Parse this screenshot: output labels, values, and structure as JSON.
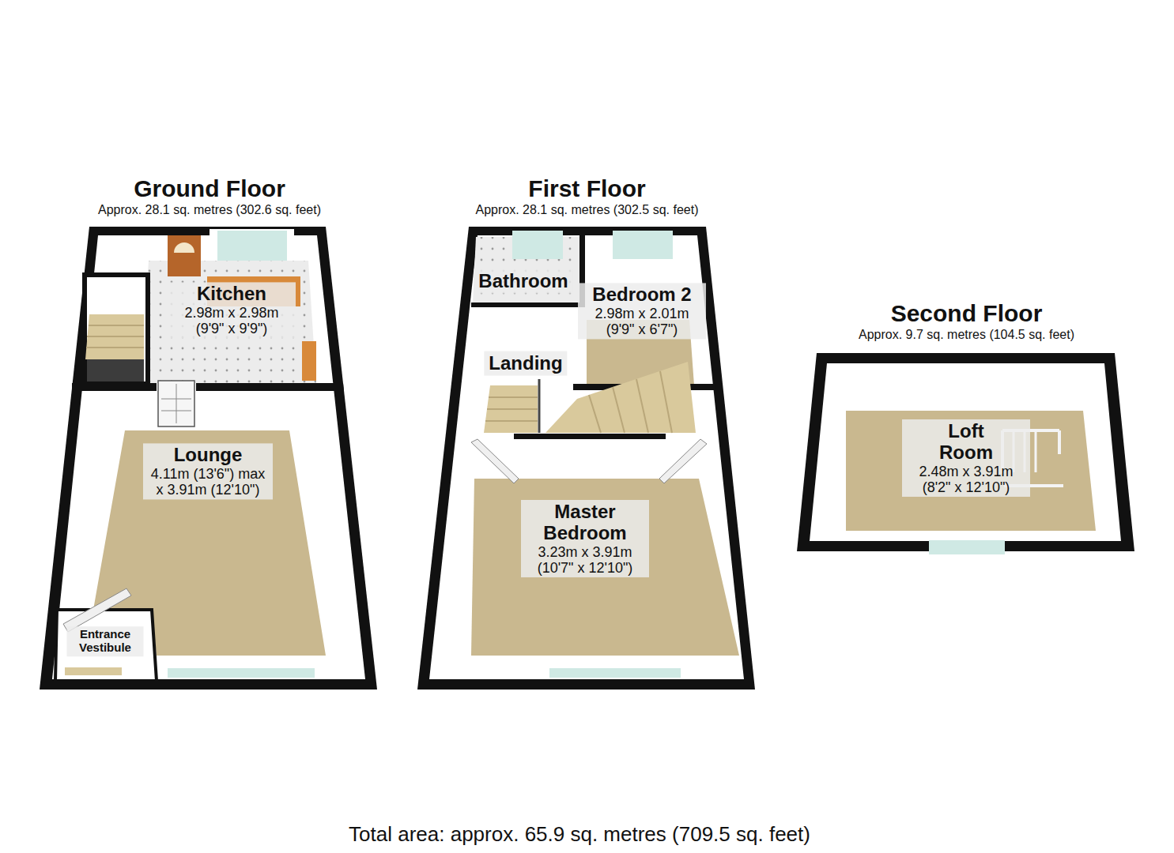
{
  "diagram": {
    "caption": "Total area: approx. 65.9 sq. metres (709.5 sq. feet)",
    "nodes": [
      {
        "text": [
          "Ground Floor",
          "Approx. 28.1 sq. metres (302.6 sq. feet)"
        ]
      },
      {
        "text": [
          "Kitchen",
          "2.98m x 2.98m (9'9\" x 9'9\")"
        ],
        "in": 0
      },
      {
        "text": [
          "Lounge",
          "4.11m (13'6\") max x 3.91m (12'10\")"
        ],
        "in": 0
      },
      {
        "text": [
          "Entrance Vestibule"
        ],
        "in": 0
      },
      {
        "text": [
          "First Floor",
          "Approx. 28.1 sq. metres (302.5 sq. feet)"
        ]
      },
      {
        "text": [
          "Bathroom"
        ],
        "in": 4
      },
      {
        "text": [
          "Bedroom 2",
          "2.98m x 2.01m (9'9\" x 6'7\")"
        ],
        "in": 4
      },
      {
        "text": [
          "Landing"
        ],
        "in": 4
      },
      {
        "text": [
          "Master Bedroom",
          "3.23m x 3.91m (10'7\" x 12'10\")"
        ],
        "in": 4
      },
      {
        "text": [
          "Second Floor",
          "Approx. 9.7 sq. metres (104.5 sq. feet)"
        ]
      },
      {
        "text": [
          "Loft Room",
          "2.48m x 3.91m (8'2\" x 12'10\")"
        ],
        "in": 9
      }
    ]
  }
}
